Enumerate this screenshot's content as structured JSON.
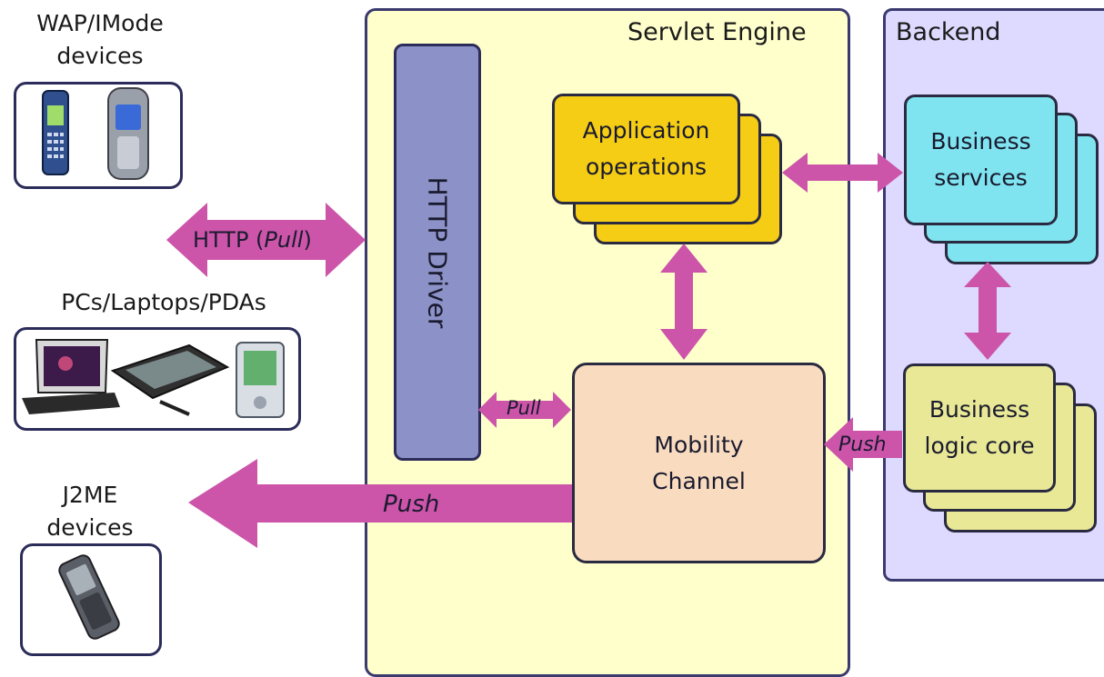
{
  "groups": {
    "wap": {
      "line1": "WAP/IMode",
      "line2": "devices"
    },
    "pcs": {
      "label": "PCs/Laptops/PDAs"
    },
    "j2me": {
      "line1": "J2ME",
      "line2": "devices"
    }
  },
  "servlet_engine": {
    "title": "Servlet Engine"
  },
  "backend": {
    "title": "Backend"
  },
  "http_driver": {
    "label": "HTTP Driver"
  },
  "application_operations": {
    "line1": "Application",
    "line2": "operations"
  },
  "business_services": {
    "line1": "Business",
    "line2": "services"
  },
  "business_logic_core": {
    "line1": "Business",
    "line2": "logic core"
  },
  "mobility_channel": {
    "line1": "Mobility",
    "line2": "Channel"
  },
  "arrows": {
    "http_pull": {
      "prefix": "HTTP (",
      "italic": "Pull",
      "suffix": ")"
    },
    "pull": "Pull",
    "push_backend": "Push",
    "push_j2me": "Push"
  },
  "colors": {
    "arrow": "#cc55aa",
    "servlet_bg": "#ffffcc",
    "backend_bg": "#ddd9ff",
    "http_driver": "#8c92c8",
    "application_operations": "#f5cd14",
    "business_services": "#7fe4f0",
    "business_logic_core": "#e8e896",
    "mobility_channel": "#f9dcc0"
  },
  "icons": [
    "mobile-phone-icon",
    "laptop-icon",
    "tablet-icon",
    "pda-icon",
    "j2me-phone-icon"
  ]
}
